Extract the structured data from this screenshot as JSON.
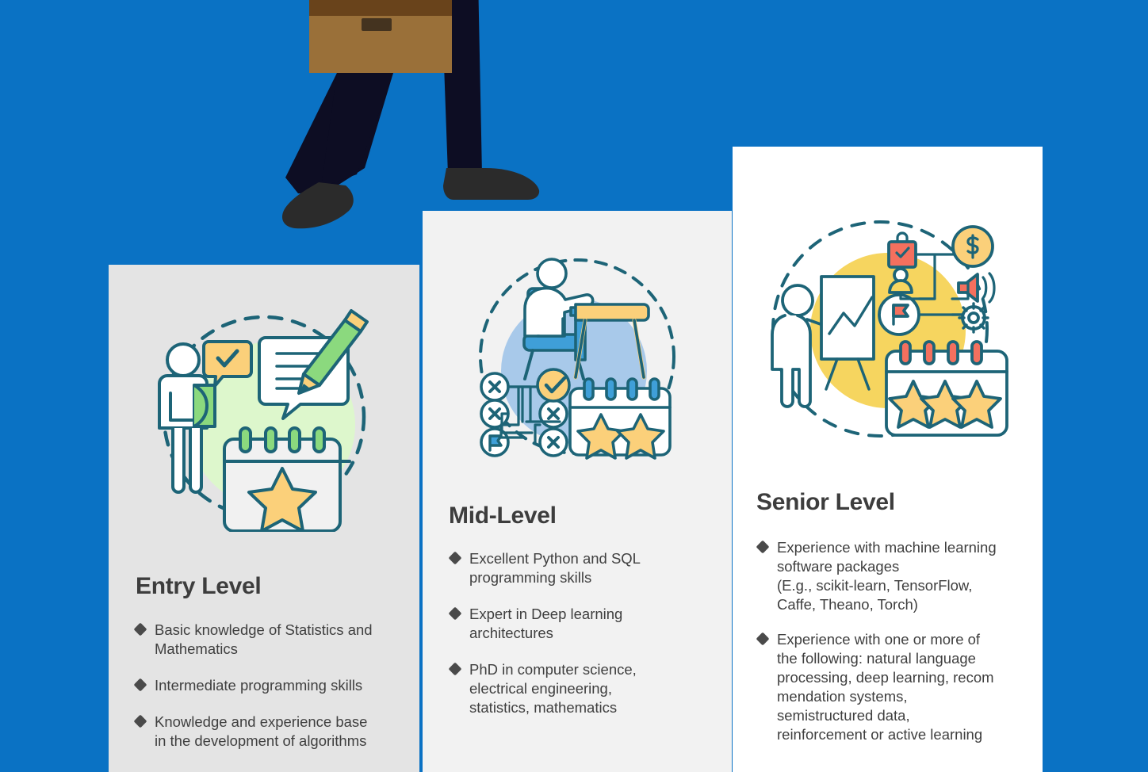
{
  "background": {
    "color": "#0a72c4"
  },
  "hero": {
    "name": "walking-businessman-with-briefcase",
    "colors": {
      "trousers": "#0d0d23",
      "shoes": "#2b2b2b",
      "briefcase_body": "#9a7039",
      "briefcase_top": "#69431b",
      "briefcase_handle": "#44331f"
    }
  },
  "cards": [
    {
      "id": "entry",
      "title": "Entry Level",
      "background": "#e4e4e4",
      "illustration": "entry-level-illustration",
      "bullets": [
        "Basic knowledge of Statistics and\nMathematics",
        "Intermediate programming skills",
        "Knowledge and experience base\nin the development of algorithms"
      ]
    },
    {
      "id": "mid",
      "title": "Mid-Level",
      "background": "#f2f2f2",
      "illustration": "mid-level-illustration",
      "bullets": [
        "Excellent Python and SQL\nprogramming skills",
        "Expert in Deep learning\narchitectures",
        "PhD in computer science,\nelectrical engineering,\nstatistics, mathematics"
      ]
    },
    {
      "id": "senior",
      "title": "Senior Level",
      "background": "#ffffff",
      "illustration": "senior-level-illustration",
      "bullets": [
        "Experience with machine learning\nsoftware packages\n(E.g., scikit-learn, TensorFlow,\nCaffe, Theano, Torch)",
        "Experience with one or more of\nthe following: natural language\nprocessing, deep learning, recom\nmendation systems,\nsemistructured data,\nreinforcement or active learning"
      ]
    }
  ],
  "palette": {
    "teal_stroke": "#1d6477",
    "yellow": "#fbd07a",
    "green": "#8bd97e",
    "light_green_blob": "#ddf7cc",
    "blue_blob": "#a8c9ea",
    "blue_accent": "#3f9fd8",
    "yellow_blob": "#f6d55f",
    "coral": "#f4705e",
    "bullet_diamond": "#4a4a4a",
    "heading_text": "#3d3d3d",
    "body_text": "#3f3f3f"
  }
}
